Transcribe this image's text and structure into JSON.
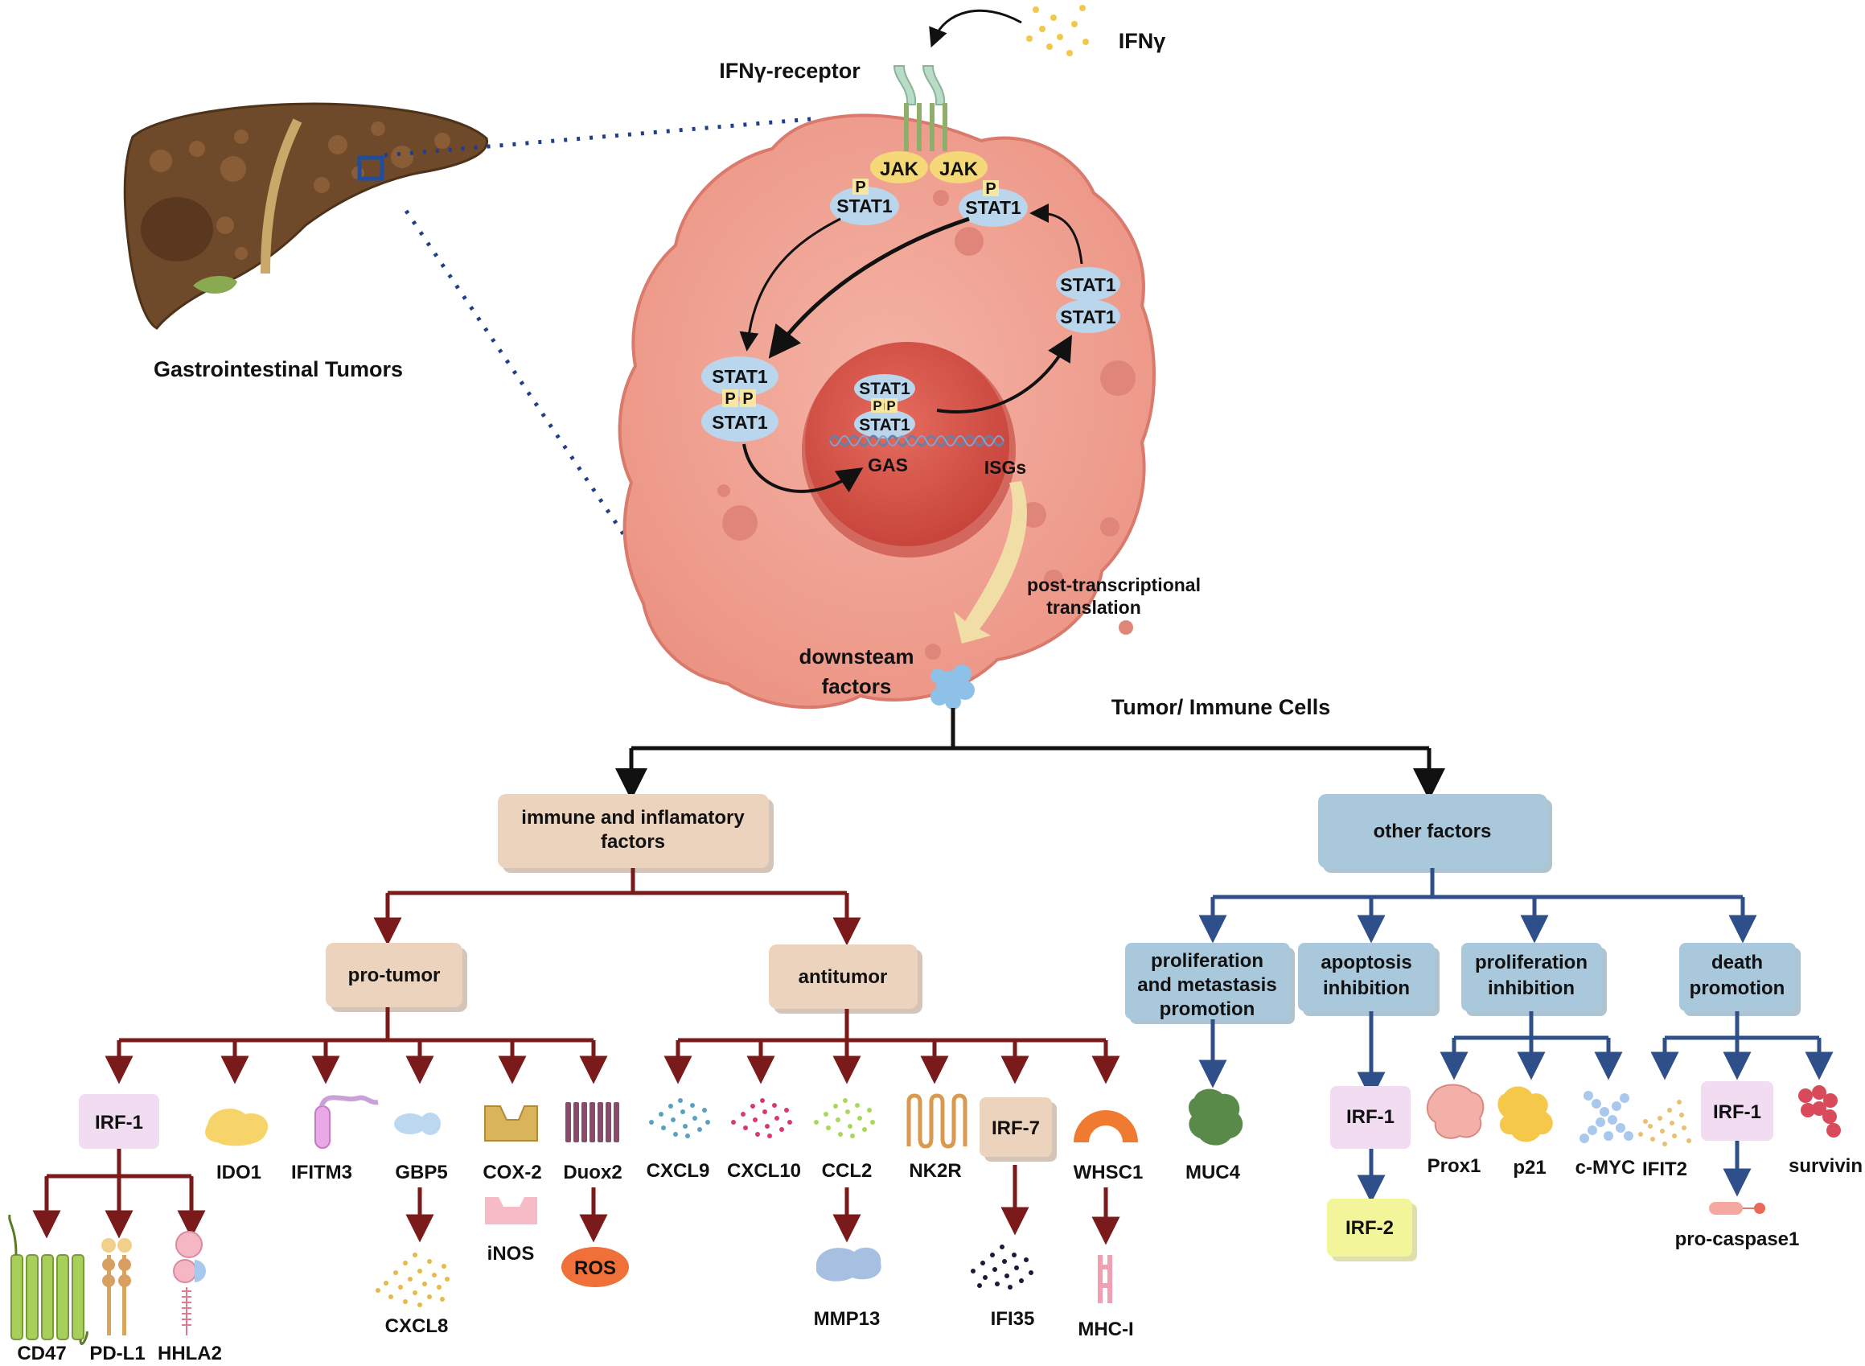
{
  "top": {
    "ifng": "IFNγ",
    "receptor": "IFNγ-receptor",
    "organ_caption": "Gastrointestinal Tumors",
    "cell_caption": "Tumor/ Immune Cells"
  },
  "signaling": {
    "jak": "JAK",
    "p": "P",
    "stat1": "STAT1",
    "gas": "GAS",
    "isgs": "ISGs",
    "post_line1": "post-transcriptional",
    "post_line2": "translation",
    "down_line1": "downsteam",
    "down_line2": "factors"
  },
  "branches": {
    "immune_line1": "immune and inflamatory",
    "immune_line2": "factors",
    "other": "other factors",
    "pro_tumor": "pro-tumor",
    "antitumor": "antitumor",
    "prolif_meta_line1": "proliferation",
    "prolif_meta_line2": "and metastasis",
    "prolif_meta_line3": "promotion",
    "apop_line1": "apoptosis",
    "apop_line2": "inhibition",
    "prolif_inh_line1": "proliferation",
    "prolif_inh_line2": "inhibition",
    "death_line1": "death",
    "death_line2": "promotion"
  },
  "factors": {
    "irf1": "IRF-1",
    "cd47": "CD47",
    "pdl1": "PD-L1",
    "hhla2": "HHLA2",
    "ido1": "IDO1",
    "ifitm3": "IFITM3",
    "gbp5": "GBP5",
    "cxcl8": "CXCL8",
    "cox2": "COX-2",
    "inos": "iNOS",
    "duox2": "Duox2",
    "ros": "ROS",
    "cxcl9": "CXCL9",
    "cxcl10": "CXCL10",
    "ccl2": "CCL2",
    "mmp13": "MMP13",
    "nk2r": "NK2R",
    "irf7": "IRF-7",
    "ifi35": "IFI35",
    "whsc1": "WHSC1",
    "mhc1": "MHC-I",
    "muc4": "MUC4",
    "irf2": "IRF-2",
    "prox1": "Prox1",
    "p21": "p21",
    "cmyc": "c-MYC",
    "ifit2": "IFIT2",
    "procasp": "pro-caspase1",
    "survivin": "survivin"
  },
  "colors": {
    "maroon": "#7a1a1a",
    "blue": "#2f4f8a",
    "cell": "#f0a090",
    "nucleus": "#d9544a",
    "tan_box": "#ecd3bd",
    "blue_box": "#a9c8dc",
    "pink_box": "#f1dcf2",
    "yellow_box": "#f3f59a"
  }
}
